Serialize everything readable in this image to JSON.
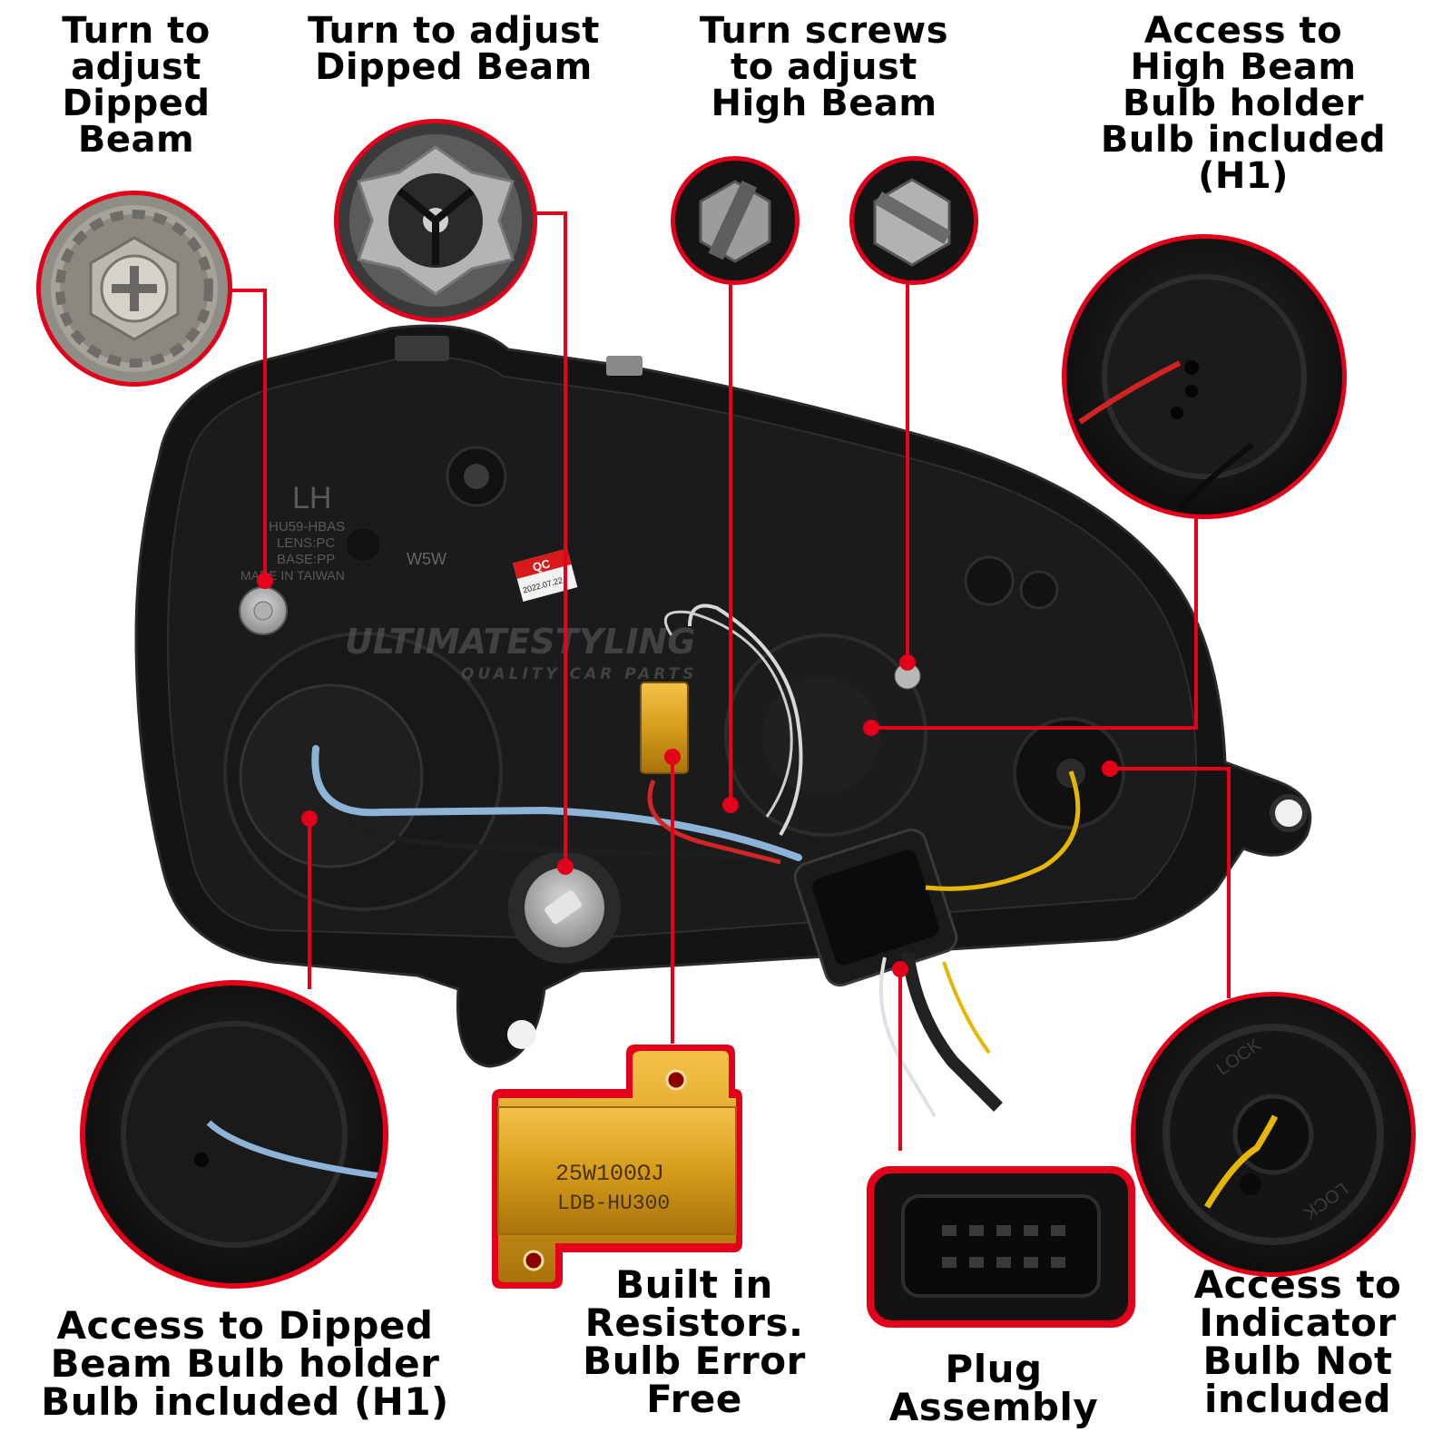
{
  "brand": {
    "name": "ULTIMATESTYLING",
    "tagline": "QUALITY CAR PARTS"
  },
  "housing_markings": {
    "side": "LH",
    "model": "HU59-HBAS",
    "lens": "LENS:PC",
    "base": "BASE:PP",
    "origin": "MADE IN TAIWAN",
    "bulb": "W5W",
    "qc": "QC",
    "qc_date": "2022.07.22"
  },
  "resistor": {
    "line1": "25W100ΩJ",
    "line2": "LDB-HU300"
  },
  "labels": {
    "dipped_screw": [
      "Turn to",
      "adjust",
      "Dipped",
      "Beam"
    ],
    "dipped_knob": [
      "Turn to adjust",
      "Dipped Beam"
    ],
    "high_screws": [
      "Turn screws",
      "to adjust",
      "High Beam"
    ],
    "high_bulb": [
      "Access to",
      "High Beam",
      "Bulb holder",
      "Bulb included",
      "(H1)"
    ],
    "dipped_bulb": [
      "Access to Dipped",
      "Beam Bulb holder",
      "Bulb included (H1)"
    ],
    "resistor": [
      "Built in",
      "Resistors.",
      "Bulb Error",
      "Free"
    ],
    "plug": [
      "Plug",
      "Assembly"
    ],
    "indicator": [
      "Access to",
      "Indicator",
      "Bulb Not",
      "included"
    ]
  },
  "indicator_cap": {
    "lock_top": "LOCK",
    "lock_bottom": "LOCK"
  },
  "colors": {
    "accent": "#e3001b",
    "housing": "#151515",
    "blue_wire": "#8db4d6",
    "yellow_wire": "#e7b600",
    "resistor_gold": "#d9a520"
  }
}
